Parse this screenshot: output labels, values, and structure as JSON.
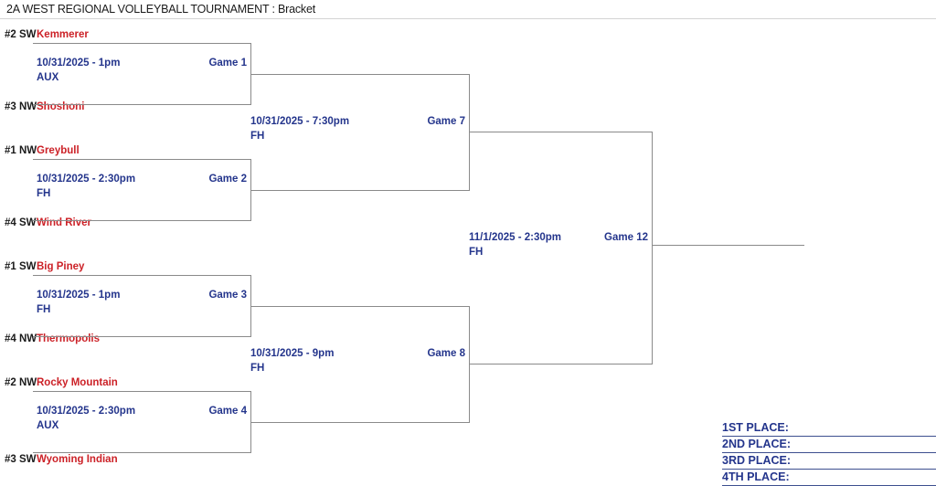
{
  "header": {
    "title": "2A WEST REGIONAL VOLLEYBALL TOURNAMENT : Bracket"
  },
  "bracket": {
    "teams": [
      {
        "seed": "#2 SW",
        "name": "Kemmerer"
      },
      {
        "seed": "#3 NW",
        "name": "Shoshoni"
      },
      {
        "seed": "#1 NW",
        "name": "Greybull"
      },
      {
        "seed": "#4 SW",
        "name": "Wind River"
      },
      {
        "seed": "#1 SW",
        "name": "Big Piney"
      },
      {
        "seed": "#4 NW",
        "name": "Thermopolis"
      },
      {
        "seed": "#2 NW",
        "name": "Rocky Mountain"
      },
      {
        "seed": "#3 SW",
        "name": "Wyoming Indian"
      }
    ],
    "games": [
      {
        "label": "Game 1",
        "datetime": "10/31/2025 - 1pm",
        "venue": "AUX"
      },
      {
        "label": "Game 2",
        "datetime": "10/31/2025 - 2:30pm",
        "venue": "FH"
      },
      {
        "label": "Game 3",
        "datetime": "10/31/2025 - 1pm",
        "venue": "FH"
      },
      {
        "label": "Game 4",
        "datetime": "10/31/2025 - 2:30pm",
        "venue": "AUX"
      },
      {
        "label": "Game 7",
        "datetime": "10/31/2025 - 7:30pm",
        "venue": "FH"
      },
      {
        "label": "Game 8",
        "datetime": "10/31/2025 - 9pm",
        "venue": "FH"
      },
      {
        "label": "Game 12",
        "datetime": "11/1/2025 - 2:30pm",
        "venue": "FH"
      }
    ]
  },
  "placements": [
    {
      "label": "1ST PLACE:",
      "value": ""
    },
    {
      "label": "2ND PLACE:",
      "value": ""
    },
    {
      "label": "3RD PLACE:",
      "value": ""
    },
    {
      "label": "4TH PLACE:",
      "value": ""
    }
  ],
  "colors": {
    "team": "#cc2127",
    "game": "#24358c",
    "rule": "#8a8a8a",
    "place_rule": "#3d4f8f",
    "header_text": "#1a1a1a"
  }
}
